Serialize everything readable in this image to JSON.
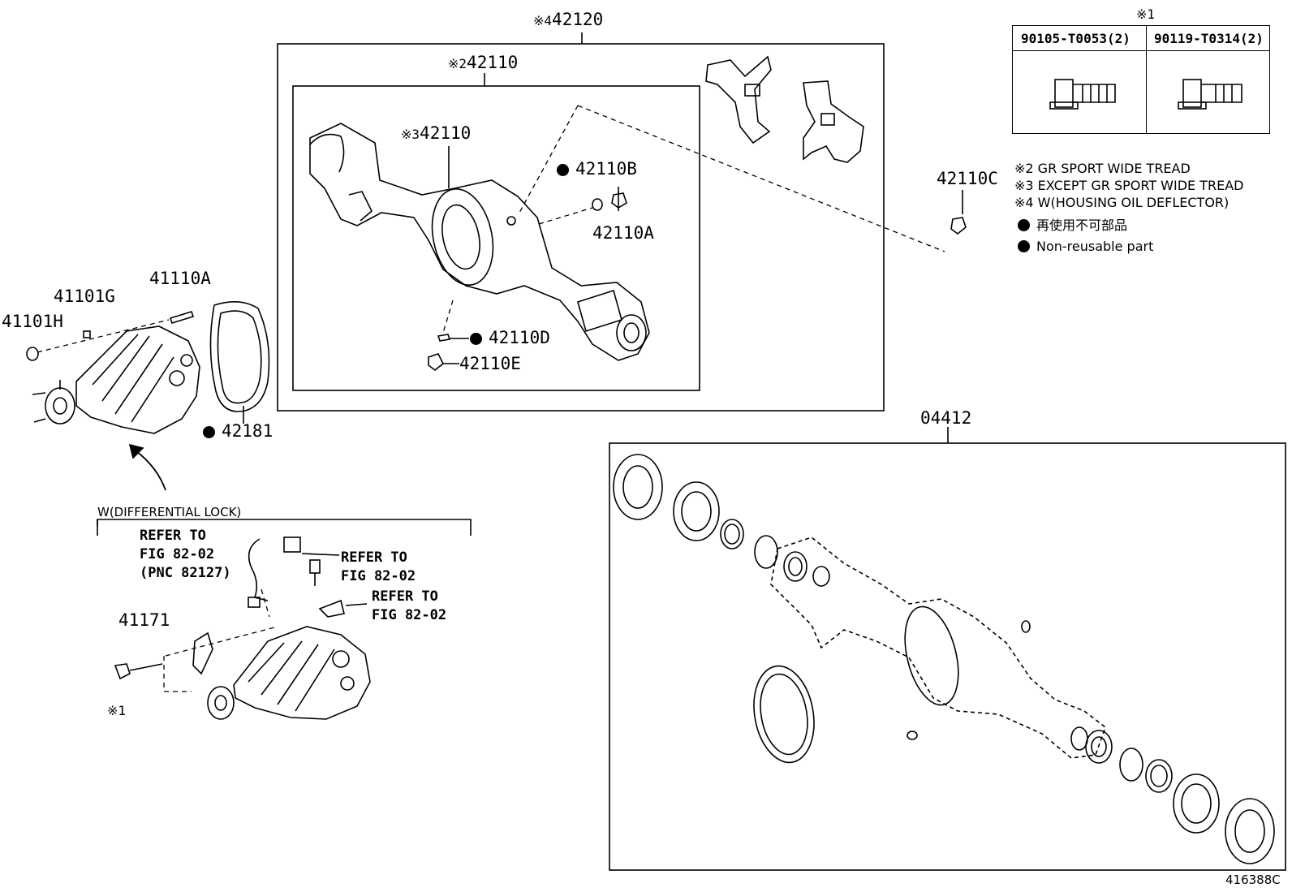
{
  "title_mark": "※4",
  "assembly": {
    "main": "42120",
    "housing_mark": "※2",
    "housing": "42110",
    "housing_alt_mark": "※3",
    "housing_alt": "42110"
  },
  "parts": {
    "p42110B": "42110B",
    "p42110A": "42110A",
    "p42110C": "42110C",
    "p42110D": "42110D",
    "p42110E": "42110E",
    "p41110A": "41110A",
    "p41101G": "41101G",
    "p41101H": "41101H",
    "p42181": "42181",
    "p41171": "41171",
    "p04412": "04412"
  },
  "bolt_table": {
    "mark": "※1",
    "left": "90105-T0053(2)",
    "right": "90119-T0314(2)"
  },
  "notes": {
    "n2": "※2 GR SPORT WIDE TREAD",
    "n3": "※3 EXCEPT GR SPORT WIDE TREAD",
    "n4": "※4 W(HOUSING OIL DEFLECTOR)",
    "jp": "再使用不可部品",
    "en": "Non-reusable part"
  },
  "diff_lock": {
    "title": "W(DIFFERENTIAL LOCK)",
    "ref1_line1": "REFER TO",
    "ref1_line2": "FIG 82-02",
    "ref1_line3": "(PNC 82127)",
    "ref2_line1": "REFER TO",
    "ref2_line2": "FIG 82-02",
    "ref3_line1": "REFER TO",
    "ref3_line2": "FIG 82-02",
    "bolt_mark": "※1"
  },
  "figure_id": "416388C"
}
